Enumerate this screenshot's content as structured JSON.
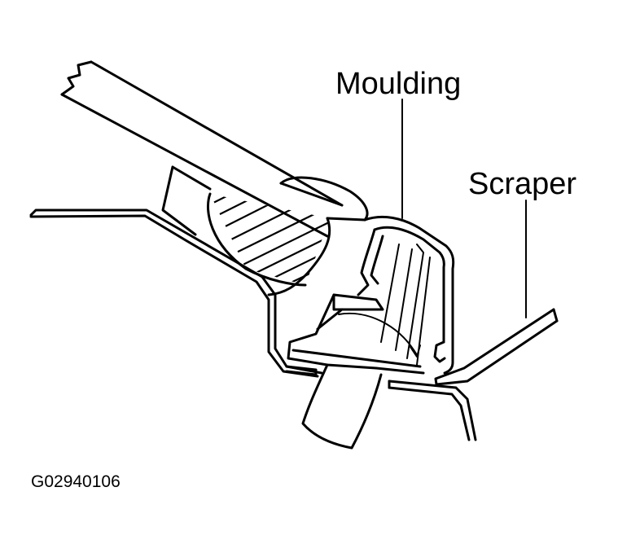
{
  "labels": {
    "moulding": "Moulding",
    "scraper": "Scraper"
  },
  "figure_code": "G02940106"
}
